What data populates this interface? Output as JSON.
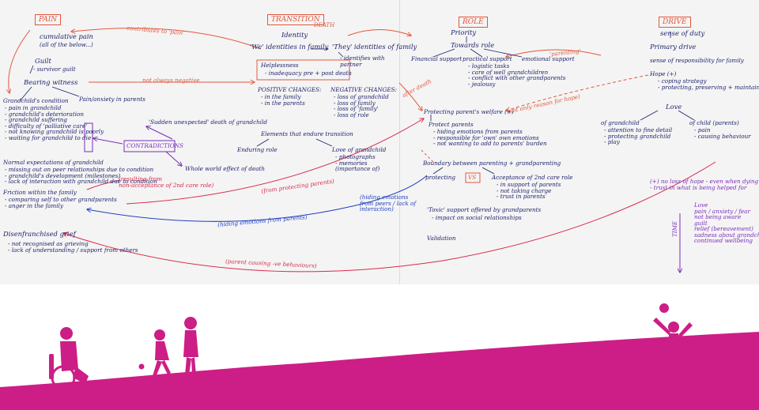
{
  "headings": {
    "pain": "PAIN",
    "transition": "TRANSITION",
    "death": "DEATH",
    "role": "ROLE",
    "drive": "DRIVE"
  },
  "pain": {
    "cumulative": "cumulative pain",
    "cumulative_sub": "(all of the below...)",
    "guilt": "Guilt",
    "survivor_guilt": "- survivor guilt",
    "bearing_witness": "Bearing witness",
    "pain_anxiety": "Pain/anxiety in parents",
    "condition_head": "Grandchild's condition",
    "condition_items": "- pain in grandchild\n- grandchild's deterioration\n- grandchild suffering\n- difficulty of 'palliative care'\n- not knowing grandchild is poorly\n- waiting for grandchild to die",
    "contradictions": "CONTRADICTIONS",
    "sudden_death": "'Sudden unexpected' death of grandchild",
    "whole_world": "Whole world effect of death",
    "normal_exp": "Normal expectations of grandchild",
    "normal_items": "- missing out on peer relationships due to condition\n- grandchild's development (milestones)\n- lack of interaction with grandchild due to condition",
    "friction": "Friction within the family",
    "friction_items": "- comparing self to other grandparents\n- anger in the family",
    "resulting": "(resulting from\nnon-acceptance of 2nd care role)",
    "disenfranchised": "Disenfranchised grief",
    "dis_items": "- not recognised as grieving\n- lack of understanding / support from others"
  },
  "transition": {
    "identity": "Identity",
    "we_identities": "'We' identities in family",
    "they_identities": "'They' identities of family",
    "identifies_partner": "- identifies with\npartner",
    "helplessness": "Helplessness",
    "helplessness_sub": "- inadequacy pre + post death",
    "positive": "POSITIVE CHANGES:",
    "positive_items": "- in the family\n- in the parents",
    "negative": "NEGATIVE CHANGES:",
    "negative_items": "- loss of grandchild\n- loss of family\n- loss of 'family'\n- loss of role",
    "elements": "Elements that endure transition",
    "enduring_role": "Enduring role",
    "love_grandchild": "Love of grandchild",
    "love_items": "- photographs\n- memories\n(importance of)"
  },
  "role": {
    "priority": "Priority",
    "towards_role": "Towards role",
    "practical_support": "practical support",
    "practical_items": "- logistic tasks\n- care of well grandchildren\n- conflict with other grandparents\n- jealousy",
    "emotional_support": "emotional support",
    "financial_support": "Financial support",
    "protecting": "Protecting parent's welfare (+)",
    "protect_parents": "Protect parents",
    "protect_items": "- hiding emotions from parents\n- responsible for 'own' own emotions\n- not wanting to add to parents' burden",
    "boundary": "Boundary between parenting + grandparenting",
    "protecting_vs": "protecting",
    "vs": "VS",
    "acceptance": "Acceptance of 2nd care role",
    "acceptance_items": "- in support of parents\n- not taking charge\n- trust in parents",
    "toxic": "'Toxic' support offered by grandparents",
    "toxic_sub": "- impact on social relationships",
    "validation": "Validation"
  },
  "drive": {
    "sense_duty": "sense of duty",
    "primary_drive": "Primary drive",
    "sense_resp": "sense of responsibility for family",
    "hope": "Hope (+)",
    "hope_items": "- coping strategy\n- protecting, preserving + maintaining the",
    "love": "Love",
    "of_grandchild": "of grandchild",
    "grandchild_items": "- attention to fine detail\n- protecting grandchild\n- play",
    "of_child": "of child (parents)",
    "child_items": "- pain\n- causing behaviour",
    "no_loss": "(+) no loss of hope - even when dying\n- trust in what is being helped for",
    "time_list": "Love\npain / anxiety / fear\nnot being aware\nguilt\nrelief (bereavement)\nsadness about grandchild\ncontinued wellbeing",
    "time": "TIME"
  },
  "edge_labels": {
    "contributes": "contributes to 'pain'",
    "not_always": "not always negative",
    "after_death": "after death",
    "parenting": "'parenting'",
    "not_only": "(not only reason for hope)",
    "from_protecting": "(from protecting parents)",
    "hiding_parents": "(hiding emotions from parents)",
    "hiding_peers": "(hiding emotions from peers / lack of interaction)",
    "parent_causing": "(parent causing -ve behaviours)"
  },
  "palette": {
    "ink": "#1a1f6a",
    "orange": "#e2573b",
    "crimson": "#d62b4a",
    "blue": "#1f3fbf",
    "purple": "#7a2db8",
    "magenta": "#cc1e86",
    "paper": "#f4f4f4"
  },
  "footer": {
    "illustrations": [
      "wheelchair-user-figure-icon",
      "two-children-playing-ball-icon",
      "child-jumping-with-ball-icon"
    ]
  }
}
